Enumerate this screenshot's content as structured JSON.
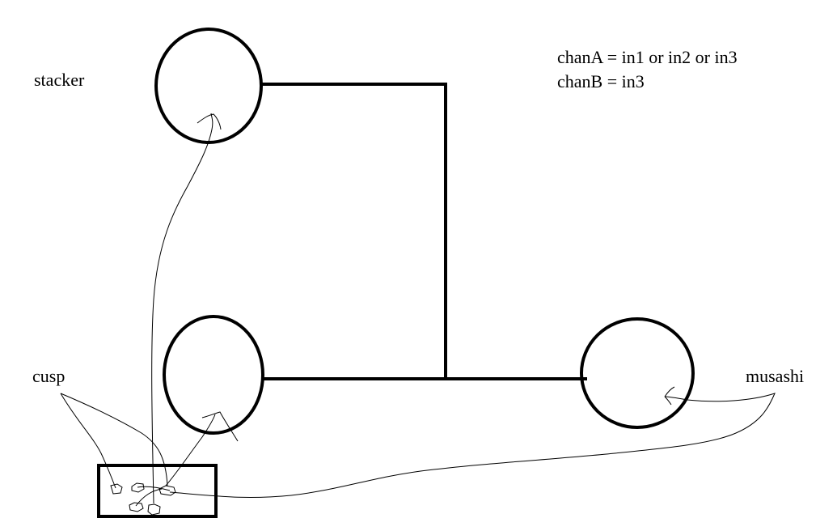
{
  "labels": {
    "stacker": "stacker",
    "cusp": "cusp",
    "musashi": "musashi"
  },
  "notes": {
    "line1": "chanA = in1 or in2 or in3",
    "line2": "chanB = in3"
  },
  "colors": {
    "stroke": "#000000",
    "background": "#ffffff"
  }
}
